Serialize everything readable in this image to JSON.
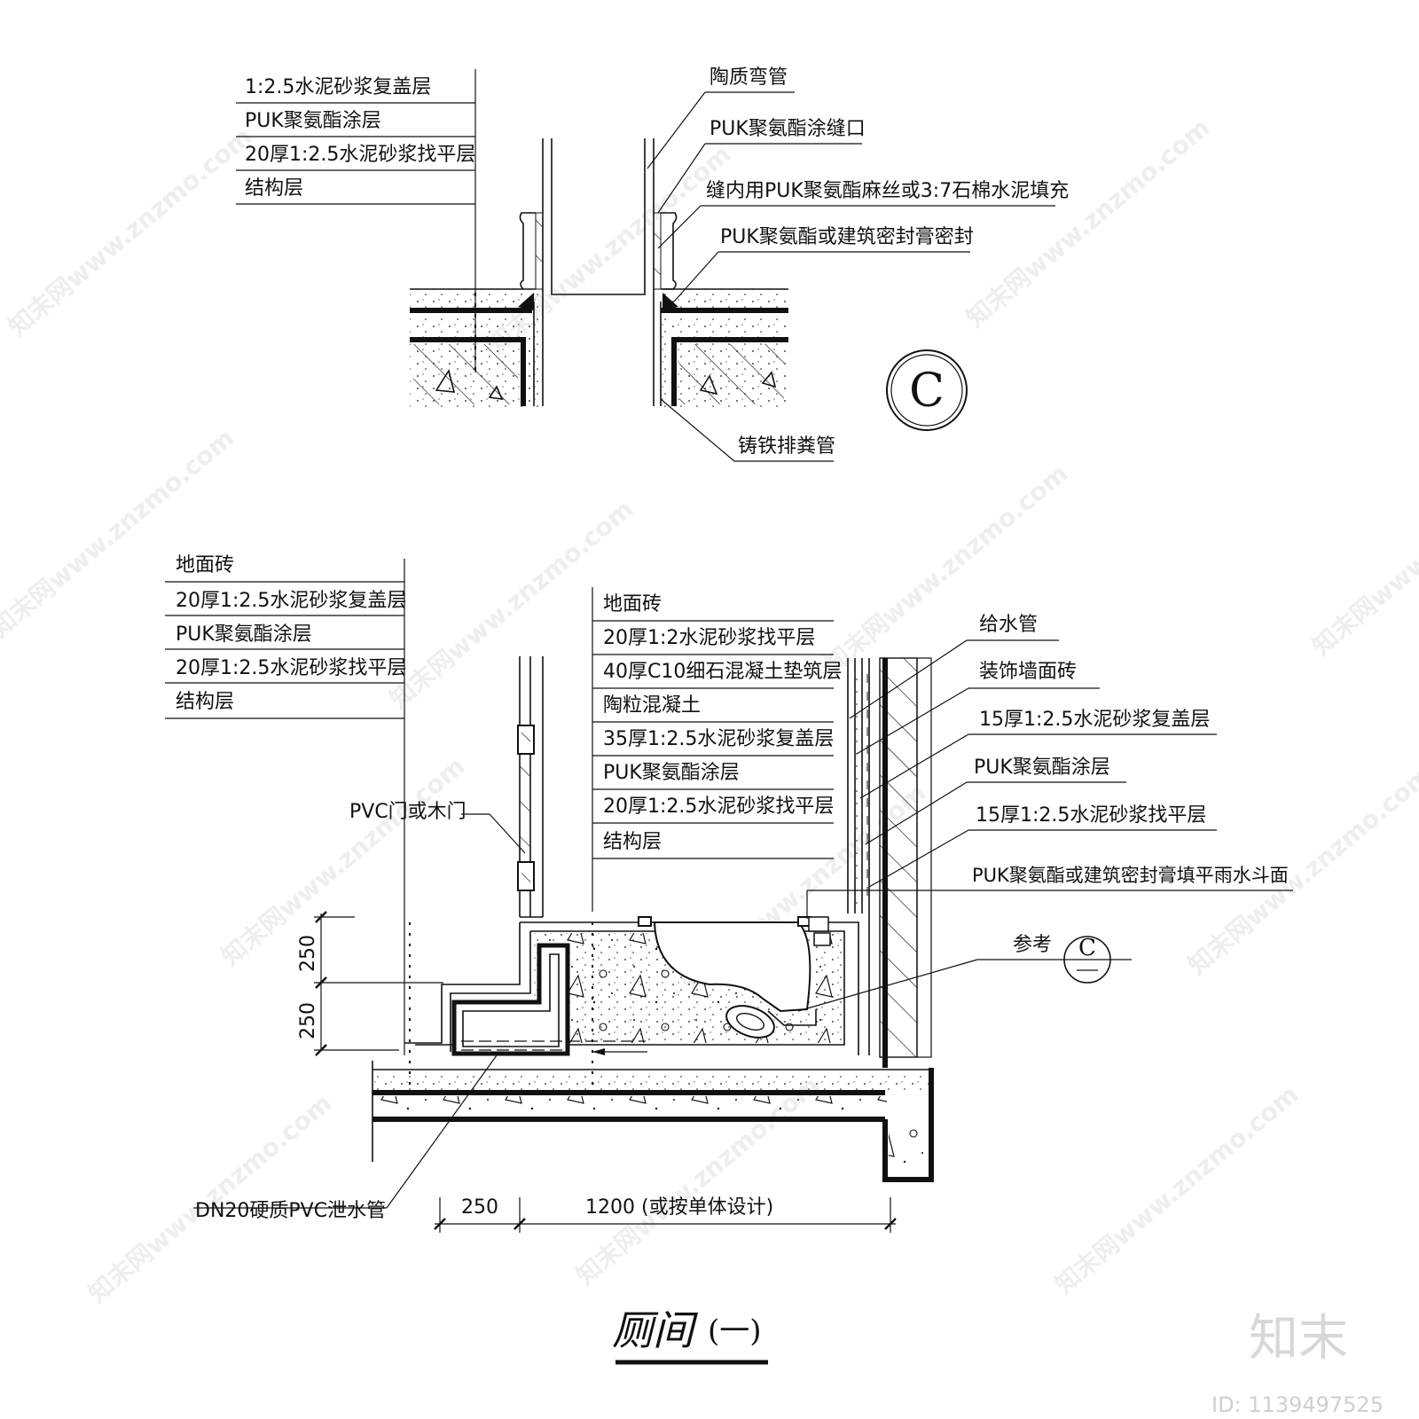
{
  "detail_c": {
    "left_labels": [
      "1:2.5水泥砂浆复盖层",
      "PUK聚氨酯涂层",
      "20厚1:2.5水泥砂浆找平层",
      "结构层"
    ],
    "right_labels": [
      "陶质弯管",
      "PUK聚氨酯涂缝口",
      "缝内用PUK聚氨酯麻丝或3:7石棉水泥填充",
      "PUK聚氨酯或建筑密封膏密封"
    ],
    "bottom_label": "铸铁排粪管",
    "circle_mark": "C"
  },
  "toilet": {
    "left_labels": [
      "地面砖",
      "20厚1:2.5水泥砂浆复盖层",
      "PUK聚氨酯涂层",
      "20厚1:2.5水泥砂浆找平层",
      "结构层"
    ],
    "middle_labels": [
      "地面砖",
      "20厚1:2水泥砂浆找平层",
      "40厚C10细石混凝土垫筑层",
      "陶粒混凝土",
      "35厚1:2.5水泥砂浆复盖层",
      "PUK聚氨酯涂层",
      "20厚1:2.5水泥砂浆找平层",
      "结构层"
    ],
    "right_labels": [
      "给水管",
      "装饰墙面砖",
      "15厚1:2.5水泥砂浆复盖层",
      "PUK聚氨酯涂层",
      "15厚1:2.5水泥砂浆找平层",
      "PUK聚氨酯或建筑密封膏填平雨水斗面"
    ],
    "door_label": "PVC门或木门",
    "ref_label": "参考",
    "ref_mark": "C",
    "pipe_label": "DN20硬质PVC泄水管",
    "dim_vertical": [
      "250",
      "250"
    ],
    "dim_horizontal": [
      "250",
      "1200 (或按单体设计)"
    ]
  },
  "title": {
    "main": "厕间",
    "suffix": "(一)"
  },
  "brand": "知末",
  "id_text": "ID: 1139497525",
  "watermark": "知末网www.znzmo.com"
}
